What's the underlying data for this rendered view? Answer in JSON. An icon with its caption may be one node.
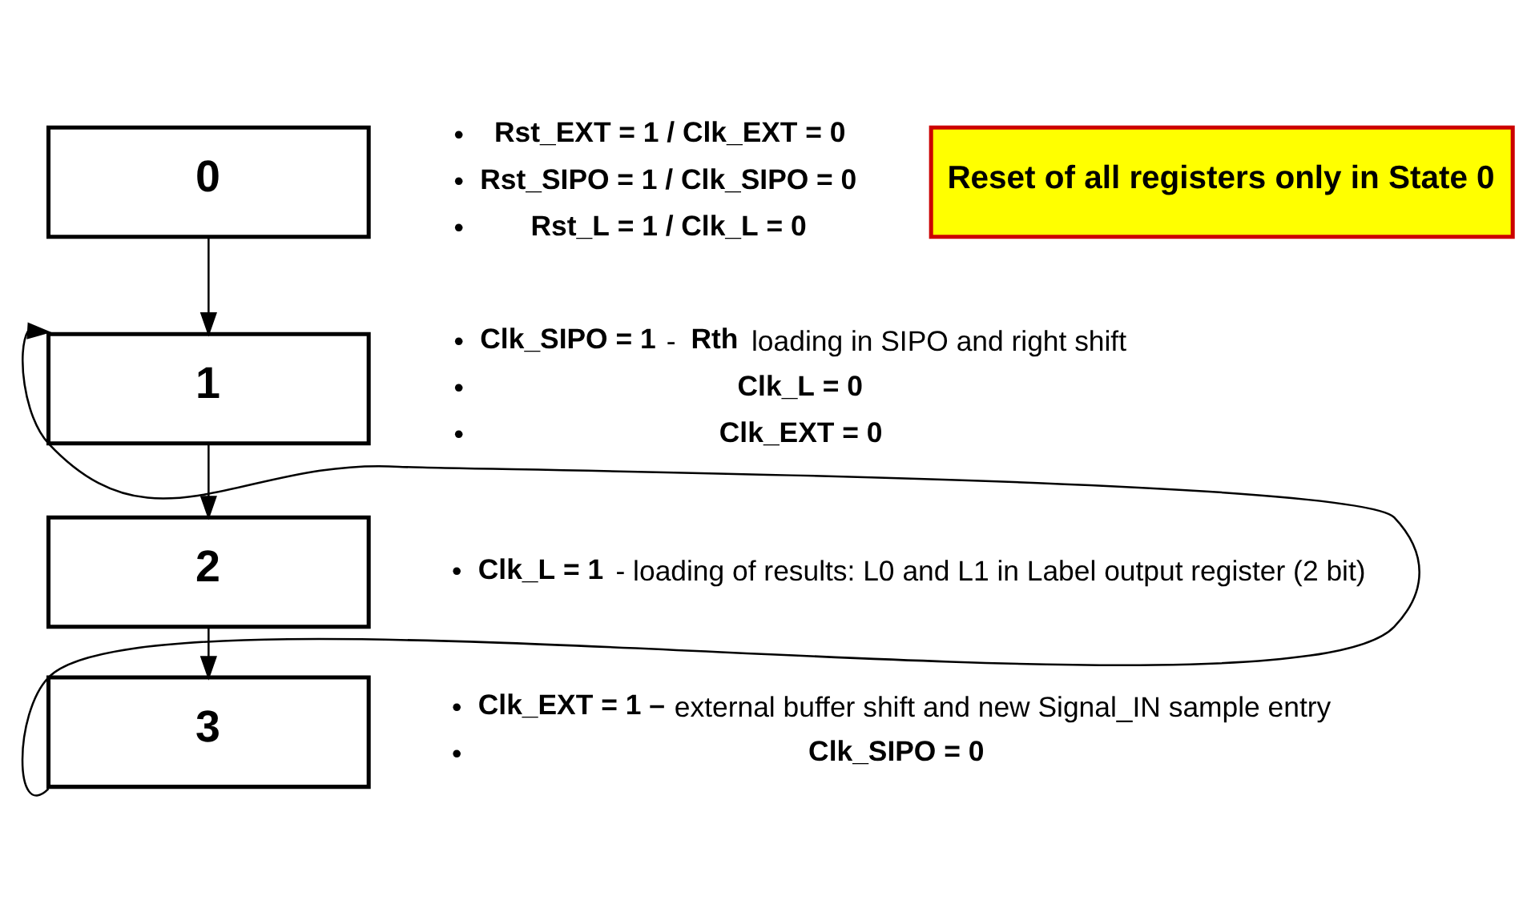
{
  "diagram": {
    "nodes": [
      {
        "text": [
          "0"
        ],
        "beside": [
          "• **Rst_EXT = 1 / Clk_EXT = 0**",
          "• **Rst_SIPO = 1 / Clk_SIPO = 0**",
          "• **Rst_L = 1 / Clk_L = 0**"
        ]
      },
      {
        "text": [
          "1"
        ],
        "beside": [
          "• **Clk_SIPO = 1** - **Rth** loading in SIPO and right shift",
          "• **Clk_L = 0**",
          "• **Clk_EXT = 0**"
        ]
      },
      {
        "text": [
          "2"
        ],
        "beside": [
          "• **Clk_L = 1** - loading of results: L0 and L1 in Label output register (2 bit)"
        ]
      },
      {
        "text": [
          "3"
        ],
        "beside": [
          "• **Clk_EXT = 1 –** external buffer shift and new Signal_IN sample entry",
          "• **Clk_SIPO = 0**"
        ]
      },
      {
        "text": [
          "Reset of all registers only in State 0"
        ]
      }
    ],
    "edges": [
      {
        "from": 0,
        "to": 1,
        "arrow": "to"
      },
      {
        "from": 1,
        "to": 2,
        "arrow": "to"
      },
      {
        "from": 2,
        "to": 3,
        "arrow": "to"
      },
      {
        "from": 3,
        "to": 1,
        "arrow": "to"
      }
    ]
  }
}
